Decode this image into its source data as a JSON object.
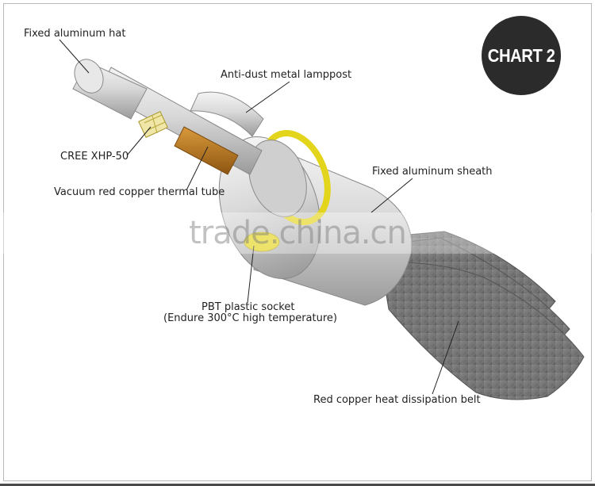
{
  "badge": {
    "text": "CHART 2",
    "background": "#2b2b2b",
    "color": "#ffffff"
  },
  "labels": {
    "hat": "Fixed aluminum hat",
    "lamppost": "Anti-dust metal lamppost",
    "cree": "CREE XHP-50",
    "tube": "Vacuum red copper thermal tube",
    "sheath": "Fixed aluminum sheath",
    "socket_line1": "PBT plastic socket",
    "socket_line2": "(Endure 300°C high temperature)",
    "belt": "Red copper heat dissipation belt"
  },
  "watermark": {
    "text": "trade.china.cn"
  },
  "colors": {
    "aluminum": "#d6d6d6",
    "copper": "#b8761e",
    "yellow_ring": "#e3d51c",
    "belt": "#6d6d6d"
  }
}
